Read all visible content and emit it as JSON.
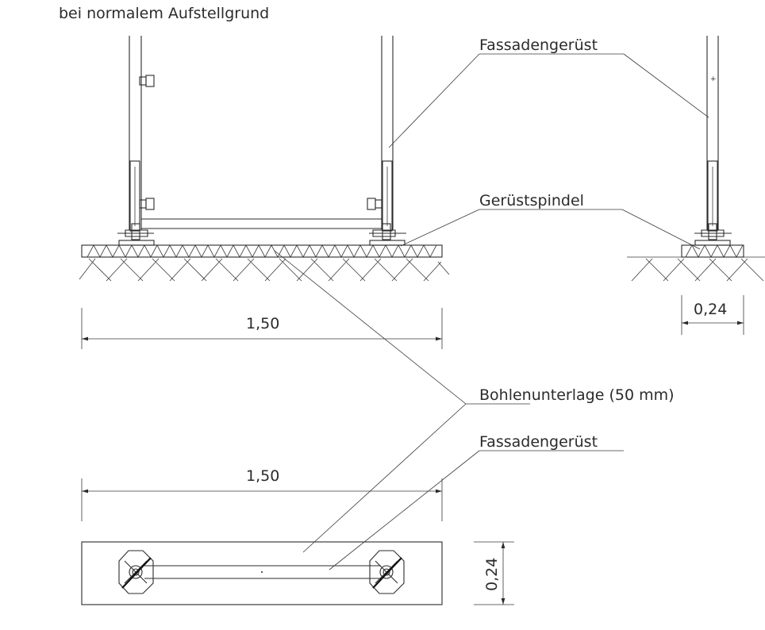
{
  "drawing": {
    "heading": "bei normalem Aufstellgrund",
    "labels": {
      "facade_scaffold_top": "Fassadengerüst",
      "scaffold_spindle": "Gerüstspindel",
      "plank_base": "Bohlenunterlage (50 mm)",
      "facade_scaffold_plan": "Fassadengerüst"
    },
    "dimensions": {
      "front_width": "1,50",
      "side_depth": "0,24",
      "plan_width": "1,50",
      "plan_depth": "0,24"
    }
  }
}
